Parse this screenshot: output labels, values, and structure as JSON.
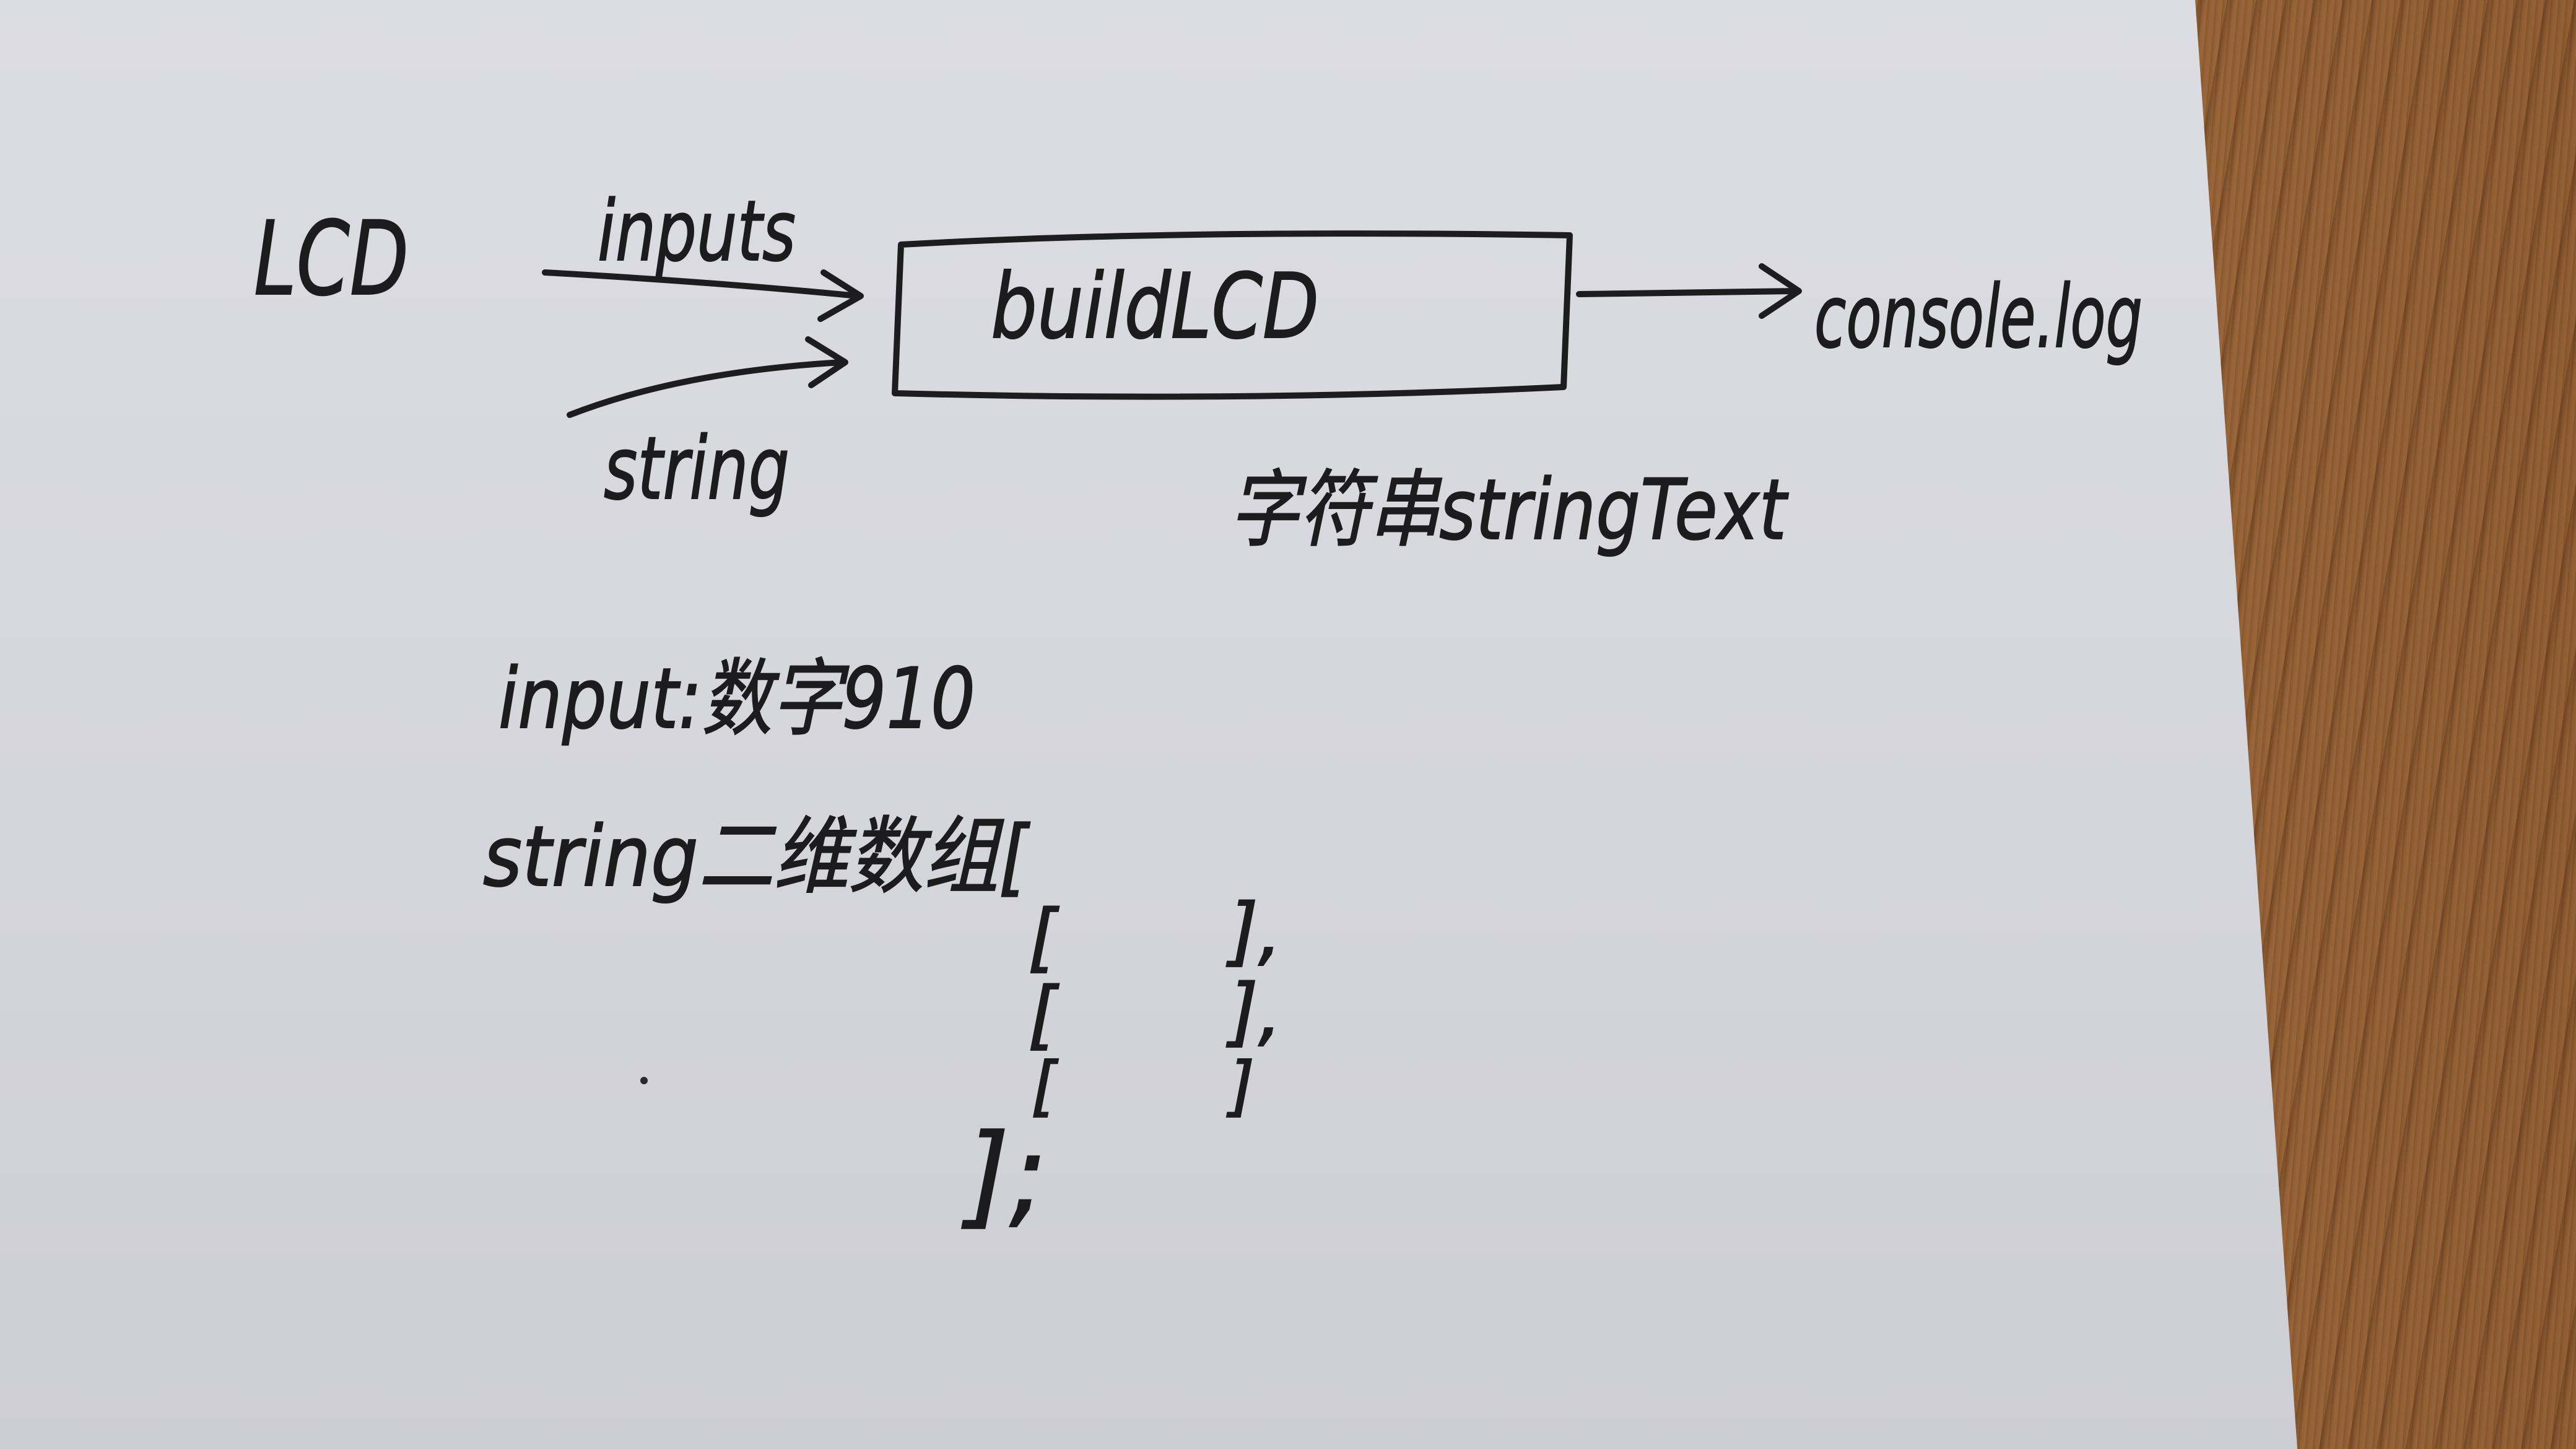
{
  "diagram": {
    "source_label": "LCD",
    "input_labels": [
      "inputs",
      "string"
    ],
    "process_box": "buildLCD",
    "output_label": "console.log",
    "box_caption": "字符串stringText"
  },
  "notes": {
    "input_line": "input:数字910",
    "string_line": "string二维数组[",
    "array_rows": [
      {
        "open": "[",
        "close": "],"
      },
      {
        "open": "[",
        "close": "],"
      },
      {
        "open": "[",
        "close": "]"
      }
    ],
    "array_end": "];"
  }
}
